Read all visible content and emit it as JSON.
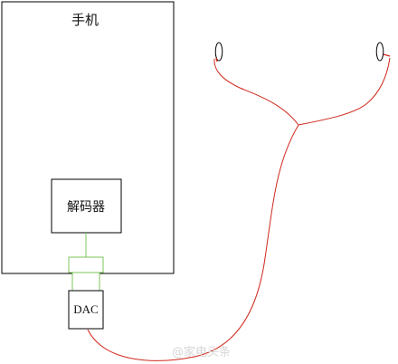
{
  "labels": {
    "phone": "手机",
    "decoder": "解码器",
    "dac": "DAC",
    "watermark": "@家电头条"
  },
  "colors": {
    "outline": "#000000",
    "connector": "#7dc65a",
    "cable": "#d0281c",
    "earbud_tip": "#d0281c",
    "watermark": "#d6d6d6"
  }
}
